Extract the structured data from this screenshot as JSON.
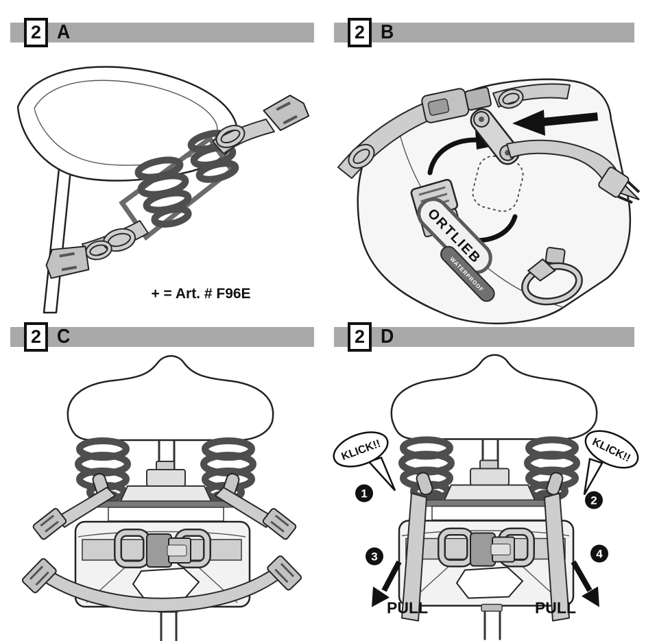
{
  "document": {
    "type": "assembly-instruction-sheet"
  },
  "colors": {
    "header_bar": "#a9a9a9",
    "step_box_border": "#111111",
    "line_outline": "#222222",
    "spring_gray": "#4e4e4e",
    "strap_light": "#cdcdcd",
    "strap_mid": "#9b9b9b",
    "bag_fill": "#f2f2f2",
    "callout_black": "#111111"
  },
  "panels": {
    "a": {
      "step": "2",
      "letter": "A",
      "caption": "+ = Art. # F96E"
    },
    "b": {
      "step": "2",
      "letter": "B",
      "logo_brand": "ORTLIEB",
      "logo_sub": "WATERPROOF"
    },
    "c": {
      "step": "2",
      "letter": "C"
    },
    "d": {
      "step": "2",
      "letter": "D",
      "klick_left": "KLICK!!",
      "klick_right": "KLICK!!",
      "pull_left": "PULL",
      "pull_right": "PULL",
      "markers": [
        "1",
        "2",
        "3",
        "4"
      ]
    }
  }
}
